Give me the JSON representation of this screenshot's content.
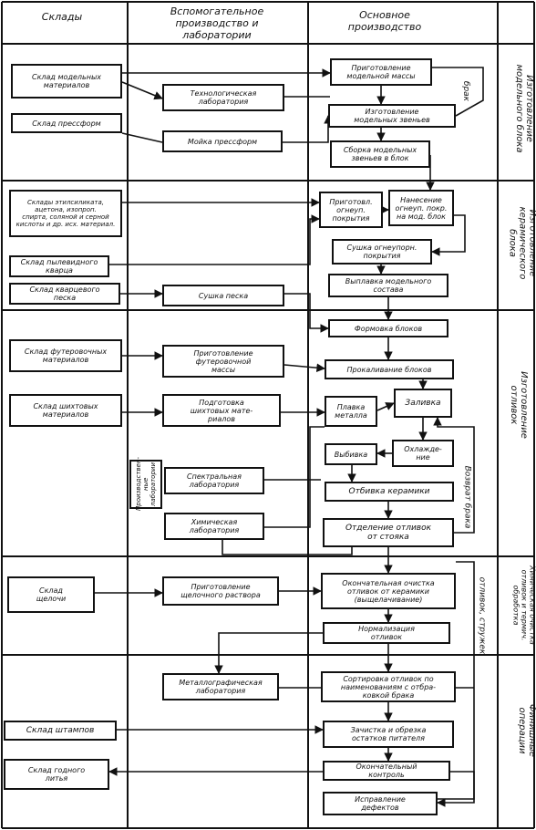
{
  "columns": {
    "warehouses": "Склады",
    "auxiliary": "Вспомогательное\nпроизводство и\nлаборатории",
    "main": "Основное\nпроизводство"
  },
  "stages": {
    "model_block": "Изготовление\nмодельного блока",
    "ceramic_block": "Изготовление\nкерамического\nблока",
    "castings": "Изготовление\nотливок",
    "chem_treatment": "Химическая очистка\nотливок и термич.\nобработка",
    "finishing": "Финишные\nоперации"
  },
  "side_labels": {
    "return_scrap": "Возврат брака",
    "brak": "брак",
    "castings_chips": "отливок, стружек"
  },
  "warehouses": {
    "model_materials": "Склад модельных\nматериалов",
    "molds": "Склад прессформ",
    "ethylsilicate": "Склады этилсиликата,\nацетона, изопроп.\nспирта, соляной и серной\nкислоты и др. исх. материал.",
    "quartz_powder": "Склад пылевидного\nкварца",
    "quartz_sand": "Склад кварцевого\nпеска",
    "lining": "Склад футеровочных\nматериалов",
    "charge": "Склад шихтовых\nматериалов",
    "alkali": "Склад\nщелочи",
    "stamps": "Склад штампов",
    "good_castings": "Склад годного\nлитья"
  },
  "auxiliary": {
    "tech_lab": "Технологическая\nлаборатория",
    "mold_wash": "Мойка прессформ",
    "sand_dry": "Сушка песка",
    "lining_prep": "Приготовление\nфутеровочной\nмассы",
    "charge_prep": "Подготовка\nшихтовых мате-\nриалов",
    "spectral_lab": "Спектральная\nлаборатория",
    "chem_lab": "Химическая\nлаборатория",
    "alkali_prep": "Приготовление\nщелочного раствора",
    "metallo_lab": "Металлографическая\nлаборатория",
    "prod_lab": "Производствен-\nные лаборатории"
  },
  "main": {
    "model_mass": "Приготовление\nмодельной массы",
    "model_links": "Изготовление\nмодельных звеньев",
    "assembly": "Сборка модельных\nзвеньев в блок",
    "coating_prep": "Приготовл.\nогнеуп.\nпокрытия",
    "coating_apply": "Нанесение\nогнеуп. покр.\nна мод. блок",
    "drying": "Сушка огнеупорн.\nпокрытия",
    "melt_out": "Выплавка модельного\nсостава",
    "molding": "Формовка блоков",
    "calcination": "Прокаливание блоков",
    "melting": "Плавка\nметалла",
    "pouring": "Заливка",
    "knockout": "Выбивка",
    "cooling": "Охлажде-\nние",
    "ceramic_removal": "Отбивка керамики",
    "separation": "Отделение отливок\nот стояка",
    "final_cleaning": "Окончательная очистка\nотливок от керамики\n(выщелачивание)",
    "normalization": "Нормализация\nотливок",
    "sorting": "Сортировка отливок по\nнаименованиям с отбра-\nковкой брака",
    "trimming": "Зачистка и обрезка\nостатков питателя",
    "final_control": "Окончательный\nконтроль",
    "defect_fix": "Исправление\nдефектов"
  }
}
